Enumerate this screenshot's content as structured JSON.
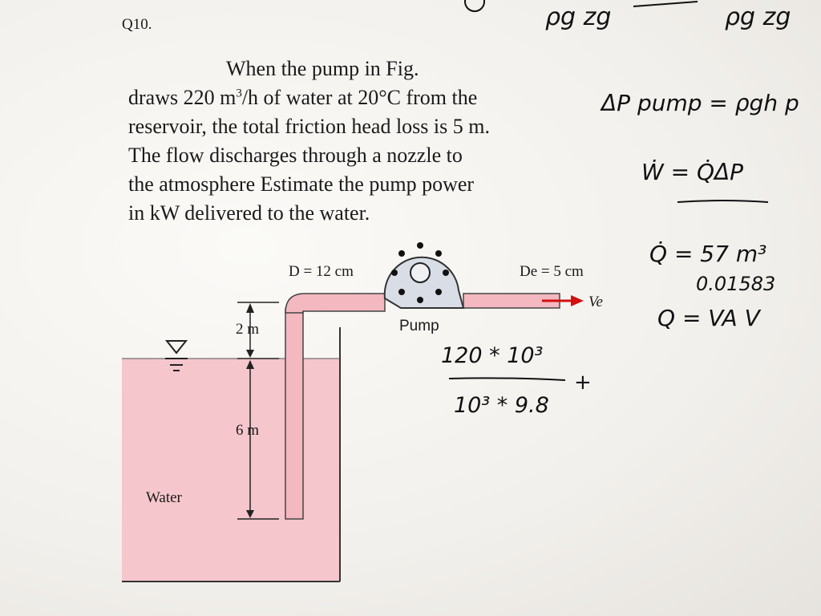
{
  "question": {
    "number": "Q10.",
    "text_lines": [
      "When the pump in Fig.",
      "draws 220 m",
      "/h of water at 20°C from the",
      "reservoir, the total friction head loss is 5 m.",
      "The flow discharges through a nozzle to",
      "the atmosphere Estimate the pump power",
      "in kW delivered to the water."
    ],
    "cube_exponent": "3"
  },
  "figure": {
    "pipe_diameter": "D = 12 cm",
    "exit_diameter": "De = 5 cm",
    "exit_velocity": "Ve",
    "pump_label": "Pump",
    "height_upper": "2 m",
    "height_lower": "6 m",
    "reservoir_label": "Water",
    "colors": {
      "water": "#f5c6cc",
      "pipe": "#f3b8c0",
      "arrow": "#d21010",
      "pump": "#d8dde6"
    }
  },
  "handwriting": {
    "top_left": "ρg   zg",
    "top_right": "ρg   zg",
    "eq1": "ΔP pump = ρgh p",
    "eq2": "Ẇ = Q̇ΔP",
    "q_value": "Q̇ = 57 m³",
    "q_decimal": "0.01583",
    "q_eq": "Q = VA   V",
    "fraction_num": "120 * 10³",
    "fraction_den": "10³ * 9.8",
    "plus": "+"
  }
}
